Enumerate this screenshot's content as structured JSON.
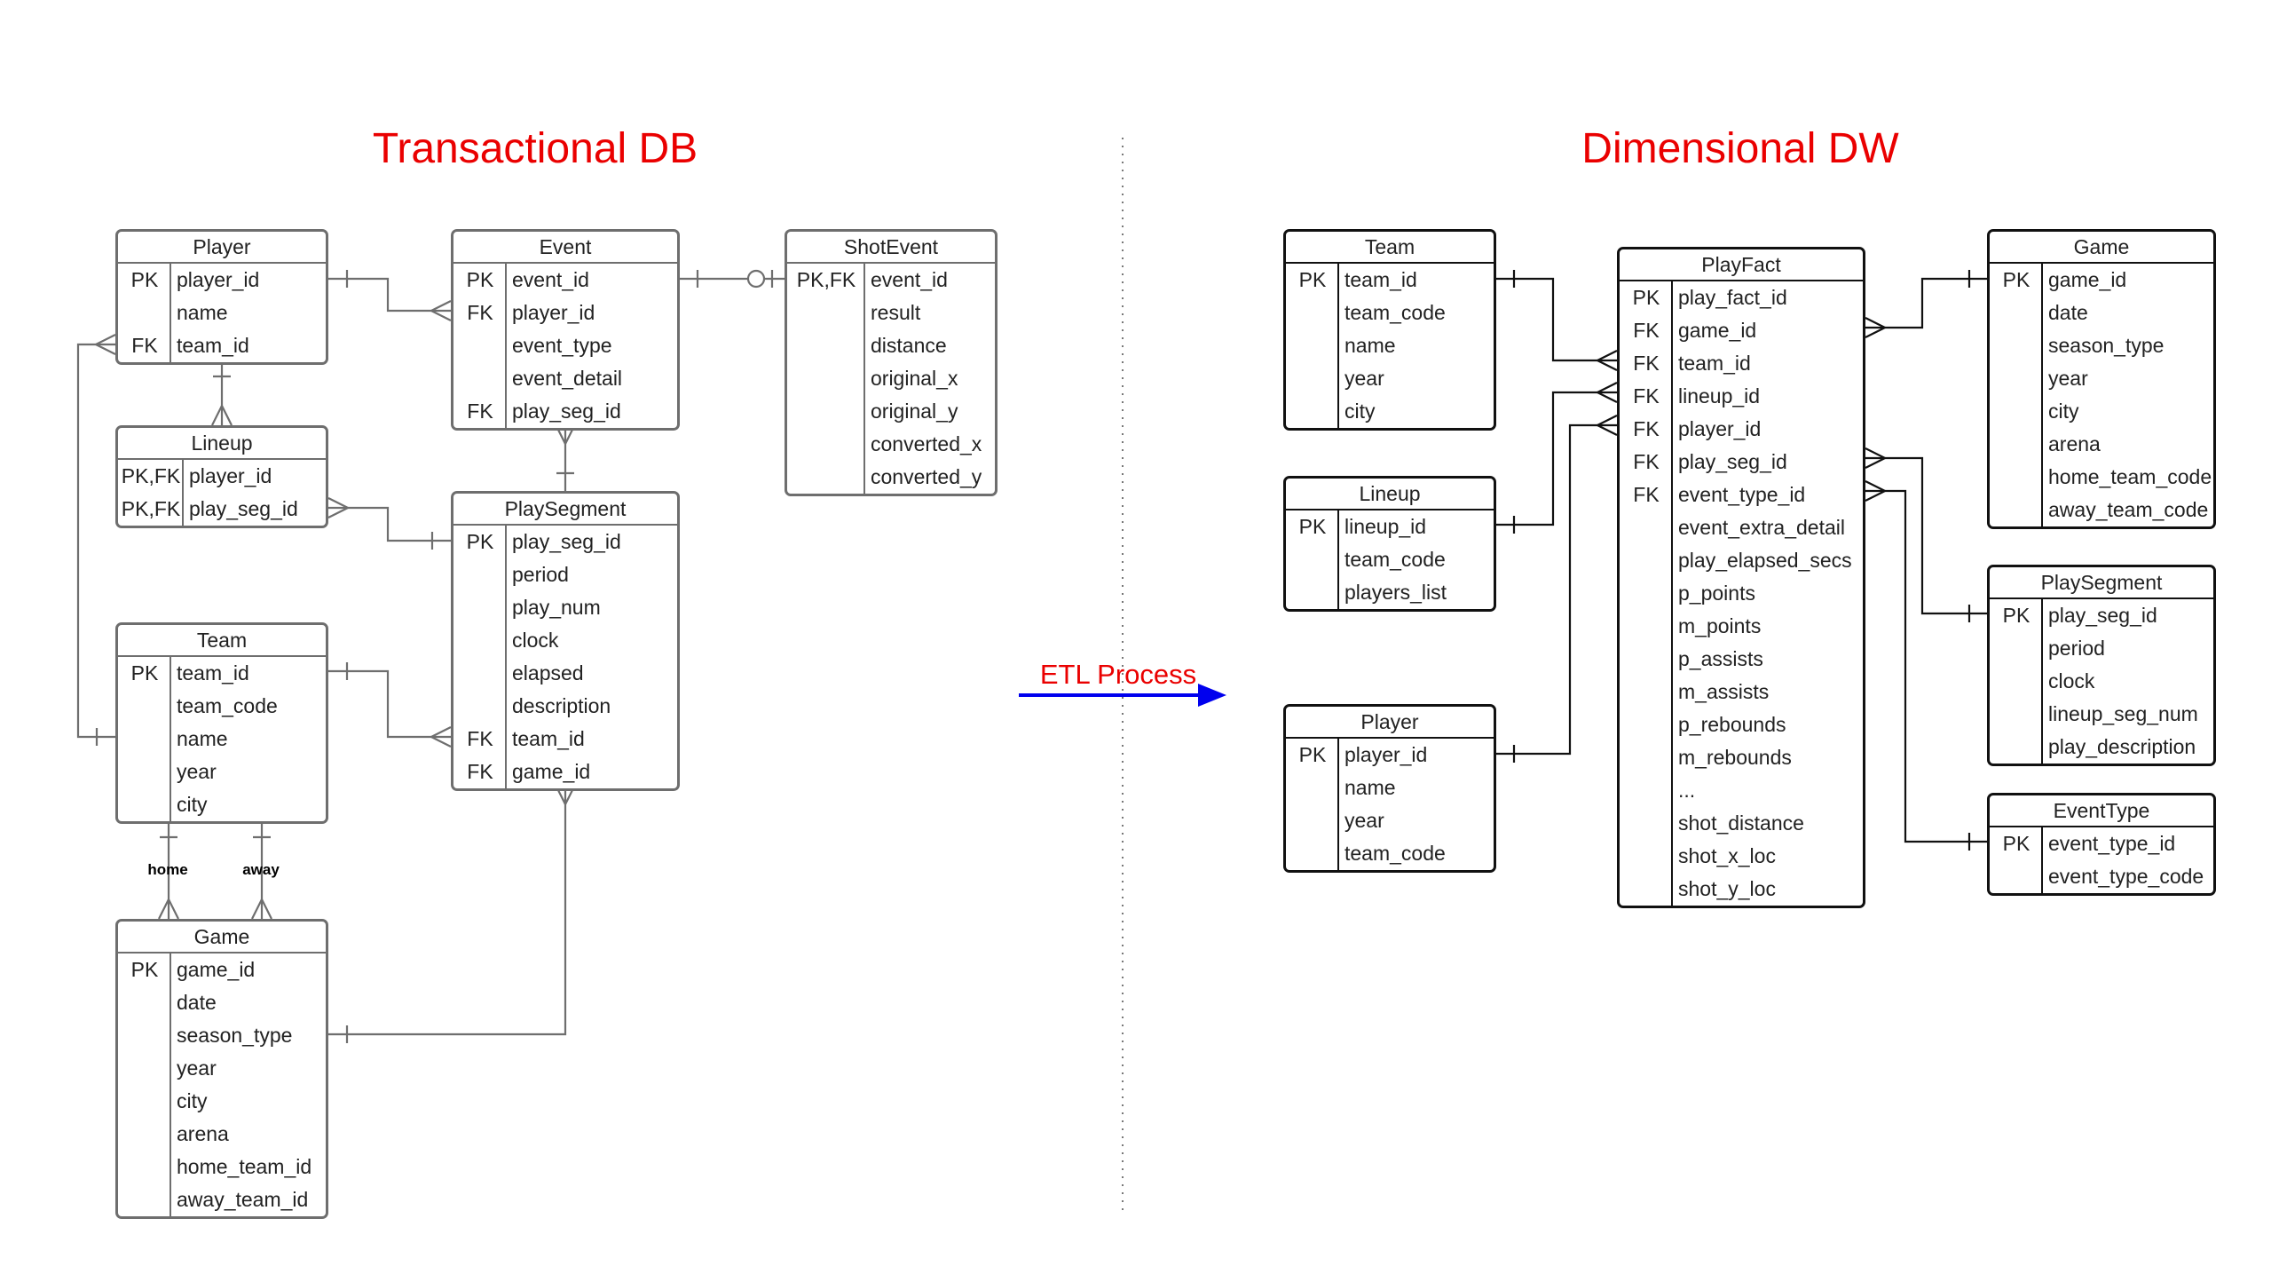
{
  "titles": {
    "transactional": "Transactional DB",
    "dimensional": "Dimensional DW",
    "etl": "ETL Process"
  },
  "relationship_labels": {
    "home": "home",
    "away": "away"
  },
  "colors": {
    "title": "#ea0000",
    "etl_arrow": "#0000ee",
    "transactional_lines": "#6e6e6e",
    "dimensional_lines": "#111111"
  },
  "transactional_tables": [
    {
      "name": "Player",
      "rows": [
        {
          "key": "PK",
          "field": "player_id"
        },
        {
          "key": "",
          "field": "name"
        },
        {
          "key": "FK",
          "field": "team_id"
        }
      ]
    },
    {
      "name": "Event",
      "rows": [
        {
          "key": "PK",
          "field": "event_id"
        },
        {
          "key": "FK",
          "field": "player_id"
        },
        {
          "key": "",
          "field": "event_type"
        },
        {
          "key": "",
          "field": "event_detail"
        },
        {
          "key": "FK",
          "field": "play_seg_id"
        }
      ]
    },
    {
      "name": "ShotEvent",
      "rows": [
        {
          "key": "PK,FK",
          "field": "event_id"
        },
        {
          "key": "",
          "field": "result"
        },
        {
          "key": "",
          "field": "distance"
        },
        {
          "key": "",
          "field": "original_x"
        },
        {
          "key": "",
          "field": "original_y"
        },
        {
          "key": "",
          "field": "converted_x"
        },
        {
          "key": "",
          "field": "converted_y"
        }
      ]
    },
    {
      "name": "Lineup",
      "rows": [
        {
          "key": "PK,FK",
          "field": "player_id"
        },
        {
          "key": "PK,FK",
          "field": "play_seg_id"
        }
      ]
    },
    {
      "name": "PlaySegment",
      "rows": [
        {
          "key": "PK",
          "field": "play_seg_id"
        },
        {
          "key": "",
          "field": "period"
        },
        {
          "key": "",
          "field": "play_num"
        },
        {
          "key": "",
          "field": "clock"
        },
        {
          "key": "",
          "field": "elapsed"
        },
        {
          "key": "",
          "field": "description"
        },
        {
          "key": "FK",
          "field": "team_id"
        },
        {
          "key": "FK",
          "field": "game_id"
        }
      ]
    },
    {
      "name": "Team",
      "rows": [
        {
          "key": "PK",
          "field": "team_id"
        },
        {
          "key": "",
          "field": "team_code"
        },
        {
          "key": "",
          "field": "name"
        },
        {
          "key": "",
          "field": "year"
        },
        {
          "key": "",
          "field": "city"
        }
      ]
    },
    {
      "name": "Game",
      "rows": [
        {
          "key": "PK",
          "field": "game_id"
        },
        {
          "key": "",
          "field": "date"
        },
        {
          "key": "",
          "field": "season_type"
        },
        {
          "key": "",
          "field": "year"
        },
        {
          "key": "",
          "field": "city"
        },
        {
          "key": "",
          "field": "arena"
        },
        {
          "key": "",
          "field": "home_team_id"
        },
        {
          "key": "",
          "field": "away_team_id"
        }
      ]
    }
  ],
  "dimensional_tables": [
    {
      "name": "Team",
      "rows": [
        {
          "key": "PK",
          "field": "team_id"
        },
        {
          "key": "",
          "field": "team_code"
        },
        {
          "key": "",
          "field": "name"
        },
        {
          "key": "",
          "field": "year"
        },
        {
          "key": "",
          "field": "city"
        }
      ]
    },
    {
      "name": "Lineup",
      "rows": [
        {
          "key": "PK",
          "field": "lineup_id"
        },
        {
          "key": "",
          "field": "team_code"
        },
        {
          "key": "",
          "field": "players_list"
        }
      ]
    },
    {
      "name": "Player",
      "rows": [
        {
          "key": "PK",
          "field": "player_id"
        },
        {
          "key": "",
          "field": "name"
        },
        {
          "key": "",
          "field": "year"
        },
        {
          "key": "",
          "field": "team_code"
        }
      ]
    },
    {
      "name": "PlayFact",
      "rows": [
        {
          "key": "PK",
          "field": "play_fact_id"
        },
        {
          "key": "FK",
          "field": "game_id"
        },
        {
          "key": "FK",
          "field": "team_id"
        },
        {
          "key": "FK",
          "field": "lineup_id"
        },
        {
          "key": "FK",
          "field": "player_id"
        },
        {
          "key": "FK",
          "field": "play_seg_id"
        },
        {
          "key": "FK",
          "field": "event_type_id"
        },
        {
          "key": "",
          "field": "event_extra_detail"
        },
        {
          "key": "",
          "field": "play_elapsed_secs"
        },
        {
          "key": "",
          "field": "p_points"
        },
        {
          "key": "",
          "field": "m_points"
        },
        {
          "key": "",
          "field": "p_assists"
        },
        {
          "key": "",
          "field": "m_assists"
        },
        {
          "key": "",
          "field": "p_rebounds"
        },
        {
          "key": "",
          "field": "m_rebounds"
        },
        {
          "key": "",
          "field": "..."
        },
        {
          "key": "",
          "field": "shot_distance"
        },
        {
          "key": "",
          "field": "shot_x_loc"
        },
        {
          "key": "",
          "field": "shot_y_loc"
        }
      ]
    },
    {
      "name": "Game",
      "rows": [
        {
          "key": "PK",
          "field": "game_id"
        },
        {
          "key": "",
          "field": "date"
        },
        {
          "key": "",
          "field": "season_type"
        },
        {
          "key": "",
          "field": "year"
        },
        {
          "key": "",
          "field": "city"
        },
        {
          "key": "",
          "field": "arena"
        },
        {
          "key": "",
          "field": "home_team_code"
        },
        {
          "key": "",
          "field": "away_team_code"
        }
      ]
    },
    {
      "name": "PlaySegment",
      "rows": [
        {
          "key": "PK",
          "field": "play_seg_id"
        },
        {
          "key": "",
          "field": "period"
        },
        {
          "key": "",
          "field": "clock"
        },
        {
          "key": "",
          "field": "lineup_seg_num"
        },
        {
          "key": "",
          "field": "play_description"
        }
      ]
    },
    {
      "name": "EventType",
      "rows": [
        {
          "key": "PK",
          "field": "event_type_id"
        },
        {
          "key": "",
          "field": "event_type_code"
        }
      ]
    }
  ]
}
